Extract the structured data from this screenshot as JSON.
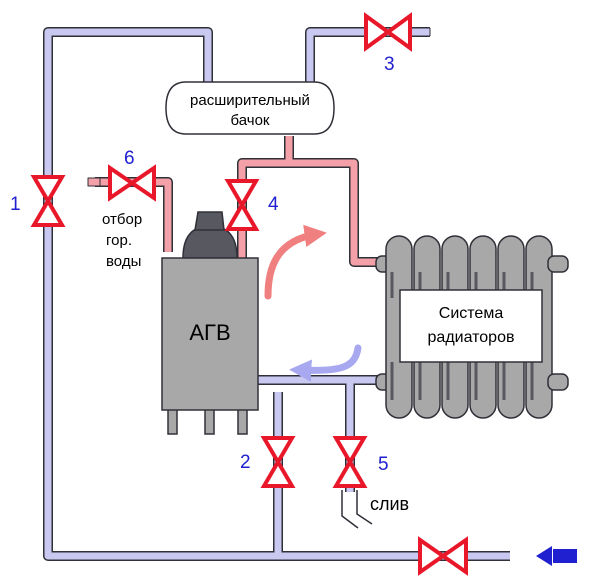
{
  "labels": {
    "tank_line1": "расширительный",
    "tank_line2": "бачок",
    "boiler": "АГВ",
    "radiators_line1": "Система",
    "radiators_line2": "радиаторов",
    "hot_water_line1": "отбор",
    "hot_water_line2": "гор.",
    "hot_water_line3": "воды",
    "drain": "слив"
  },
  "valves": {
    "v1": "1",
    "v2": "2",
    "v3": "3",
    "v4": "4",
    "v5": "5",
    "v6": "6"
  },
  "colors": {
    "cold_pipe": "#c8c8f0",
    "hot_pipe": "#f4a0a8",
    "valve": "#e8182a",
    "valve_number": "#2020d0",
    "hot_arrow": "#f08080",
    "cold_arrow": "#a8a8f0",
    "inlet_arrow": "#2020d0",
    "equipment": "#a8a8a8"
  }
}
